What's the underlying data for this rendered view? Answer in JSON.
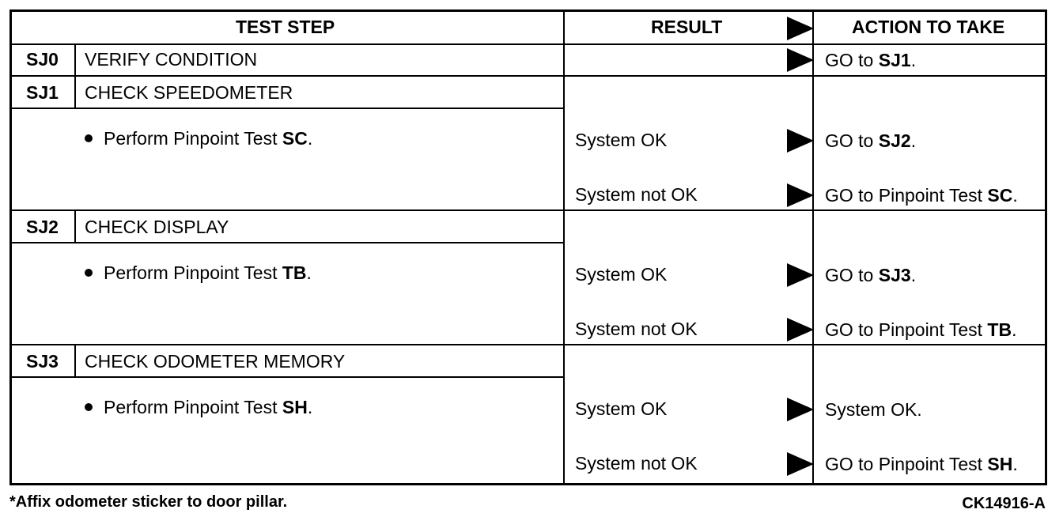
{
  "header": {
    "test_step": "TEST STEP",
    "result": "RESULT",
    "action": "ACTION TO TAKE"
  },
  "steps": [
    {
      "id": "SJ0",
      "title": "VERIFY CONDITION",
      "action_prefix": "GO to ",
      "action_bold": "SJ1",
      "action_suffix": "."
    },
    {
      "id": "SJ1",
      "title": "CHECK SPEEDOMETER",
      "instruction_prefix": "Perform Pinpoint Test ",
      "instruction_bold": "SC",
      "instruction_suffix": ".",
      "ok_result": "System OK",
      "ok_action_prefix": "GO to ",
      "ok_action_bold": "SJ2",
      "ok_action_suffix": ".",
      "nok_result": "System not OK",
      "nok_action_prefix": "GO to Pinpoint Test ",
      "nok_action_bold": "SC",
      "nok_action_suffix": "."
    },
    {
      "id": "SJ2",
      "title": "CHECK DISPLAY",
      "instruction_prefix": "Perform Pinpoint Test ",
      "instruction_bold": "TB",
      "instruction_suffix": ".",
      "ok_result": "System OK",
      "ok_action_prefix": "GO to ",
      "ok_action_bold": "SJ3",
      "ok_action_suffix": ".",
      "nok_result": "System not OK",
      "nok_action_prefix": "GO to Pinpoint Test ",
      "nok_action_bold": "TB",
      "nok_action_suffix": "."
    },
    {
      "id": "SJ3",
      "title": "CHECK ODOMETER MEMORY",
      "instruction_prefix": "Perform Pinpoint Test ",
      "instruction_bold": "SH",
      "instruction_suffix": ".",
      "ok_result": "System OK",
      "ok_action_prefix": "System OK.",
      "ok_action_bold": "",
      "ok_action_suffix": "",
      "nok_result": "System not OK",
      "nok_action_prefix": "GO to Pinpoint Test ",
      "nok_action_bold": "SH",
      "nok_action_suffix": "."
    }
  ],
  "footer": {
    "note": "*Affix odometer sticker to door pillar.",
    "code": "CK14916-A"
  }
}
